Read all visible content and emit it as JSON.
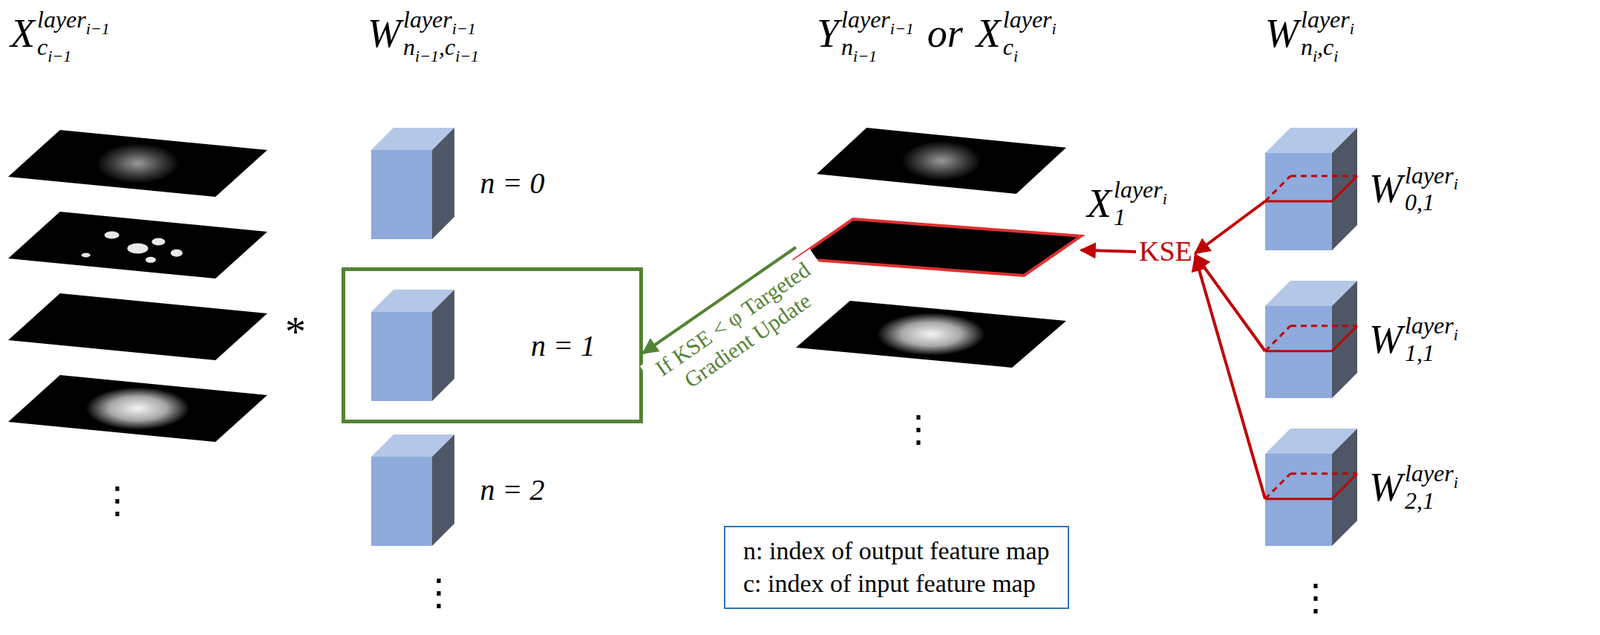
{
  "diagram": {
    "nodes": [
      {
        "text": [
          "n = 1"
        ]
      },
      {
        "text": [
          "X",
          "layer",
          "i",
          "1"
        ]
      },
      {
        "text": [
          "KSE"
        ]
      },
      {
        "text": [
          "W",
          "layer",
          "i",
          "0,1"
        ]
      },
      {
        "text": [
          "W",
          "layer",
          "i",
          "1,1"
        ]
      },
      {
        "text": [
          "W",
          "layer",
          "i",
          "2,1"
        ]
      },
      {
        "text": [
          "n: index of output feature map",
          "c: index of input feature map"
        ]
      }
    ],
    "edges": [
      {
        "from": 3,
        "to": 2,
        "arrow": "to"
      },
      {
        "from": 4,
        "to": 2,
        "arrow": "to"
      },
      {
        "from": 5,
        "to": 2,
        "arrow": "to"
      },
      {
        "from": 2,
        "to": 1,
        "arrow": "to"
      },
      {
        "from": 1,
        "to": 0,
        "arrow": "to",
        "label": "If KSE < φ Targeted Gradient Update"
      }
    ],
    "labels": [
      "X",
      "layer",
      "i−1",
      "c",
      "i−1",
      "W",
      "layer",
      "i−1",
      "n",
      "i−1",
      ",",
      "c",
      "i−1",
      "Y",
      "layer",
      "i−1",
      "n",
      "i−1",
      "or",
      "X",
      "layer",
      "i",
      "c",
      "i",
      "W",
      "layer",
      "i",
      "n",
      "i",
      ",",
      "c",
      "i",
      "n = 0",
      "n = 2",
      "*",
      "⋮",
      "⋮",
      "⋮",
      "⋮"
    ]
  }
}
